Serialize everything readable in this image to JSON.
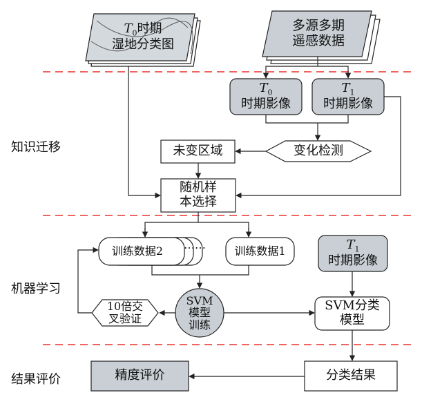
{
  "stages": {
    "knowledge_transfer": "知识迁移",
    "machine_learning": "机器学习",
    "result_evaluation": "结果评价"
  },
  "nodes": {
    "wetland_map": {
      "t": "T",
      "sub": "0",
      "line1_rest": "时期",
      "line2": "湿地分类图"
    },
    "multi_source": {
      "line1": "多源多期",
      "line2": "遥感数据"
    },
    "t0_image": {
      "t": "T",
      "sub": "0",
      "line2": "时期影像"
    },
    "t1_image": {
      "t": "T",
      "sub": "1",
      "line2": "时期影像"
    },
    "change_detection": "变化检测",
    "unchanged_region": "未变区域",
    "random_sample": {
      "line1": "随机样",
      "line2": "本选择"
    },
    "train_data_2": "训练数据2",
    "ellipsis": "⋯⋯",
    "train_data_1": "训练数据1",
    "t1_image_ml": {
      "t": "T",
      "sub": "1",
      "line2": "时期影像"
    },
    "cross_validation": {
      "line1": "10倍交",
      "line2": "叉验证"
    },
    "svm_training": {
      "line1": "SVM",
      "line2": "模型",
      "line3": "训练"
    },
    "svm_model": {
      "line1": "SVM分类",
      "line2": "模型"
    },
    "accuracy": "精度评价",
    "classification_result": "分类结果"
  },
  "colors": {
    "gray_fill": "#c9cfd4",
    "dashed_separator": "#e8302a",
    "stroke": "#222222",
    "white": "#ffffff"
  }
}
